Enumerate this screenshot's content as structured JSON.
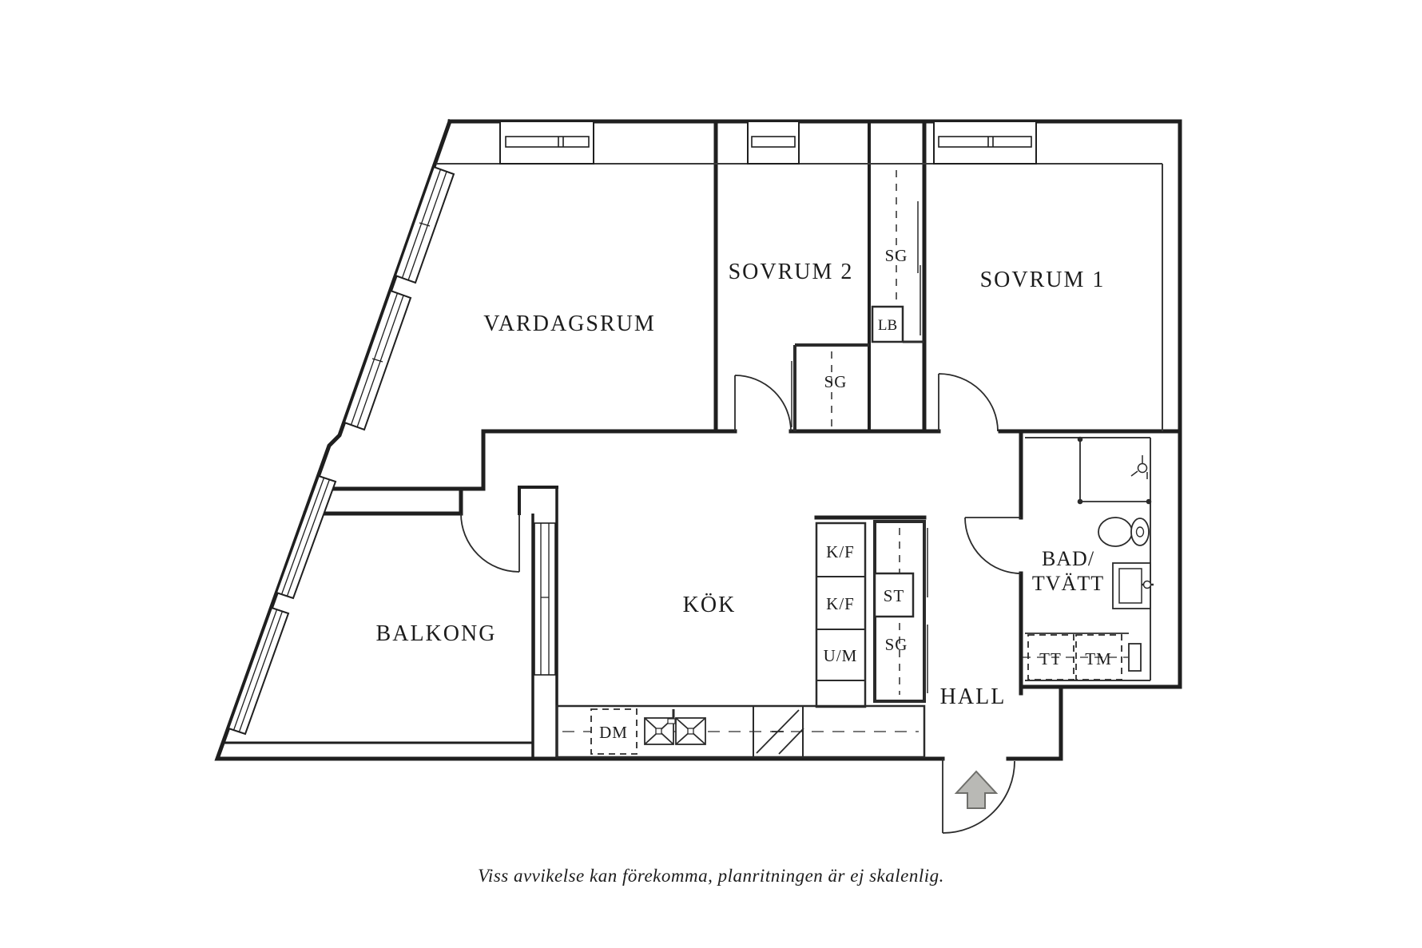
{
  "plan": {
    "caption": "Viss avvikelse kan förekomma, planritningen är ej skalenlig.",
    "colors": {
      "wall": "#1f1f1f",
      "thin_line": "#3a3a3a",
      "arrow_fill": "#b9b9b5",
      "arrow_stroke": "#6f6f6b",
      "background": "#ffffff",
      "text": "#1c1c1c"
    },
    "rooms": {
      "vardagsrum": {
        "label": "VARDAGSRUM"
      },
      "sovrum2": {
        "label": "SOVRUM 2"
      },
      "sovrum1": {
        "label": "SOVRUM 1"
      },
      "balkong": {
        "label": "BALKONG"
      },
      "kok": {
        "label": "KÖK"
      },
      "hall": {
        "label": "HALL"
      },
      "bad_tvatt": {
        "line1": "BAD/",
        "line2": "TVÄTT"
      }
    },
    "fixtures": {
      "sg_upper": "SG",
      "lb": "LB",
      "sg_bedroom2": "SG",
      "st": "ST",
      "sg_hall": "SG",
      "kf_top": "K/F",
      "kf_mid": "K/F",
      "um": "U/M",
      "dm": "DM",
      "tt": "TT",
      "tm": "TM"
    }
  }
}
